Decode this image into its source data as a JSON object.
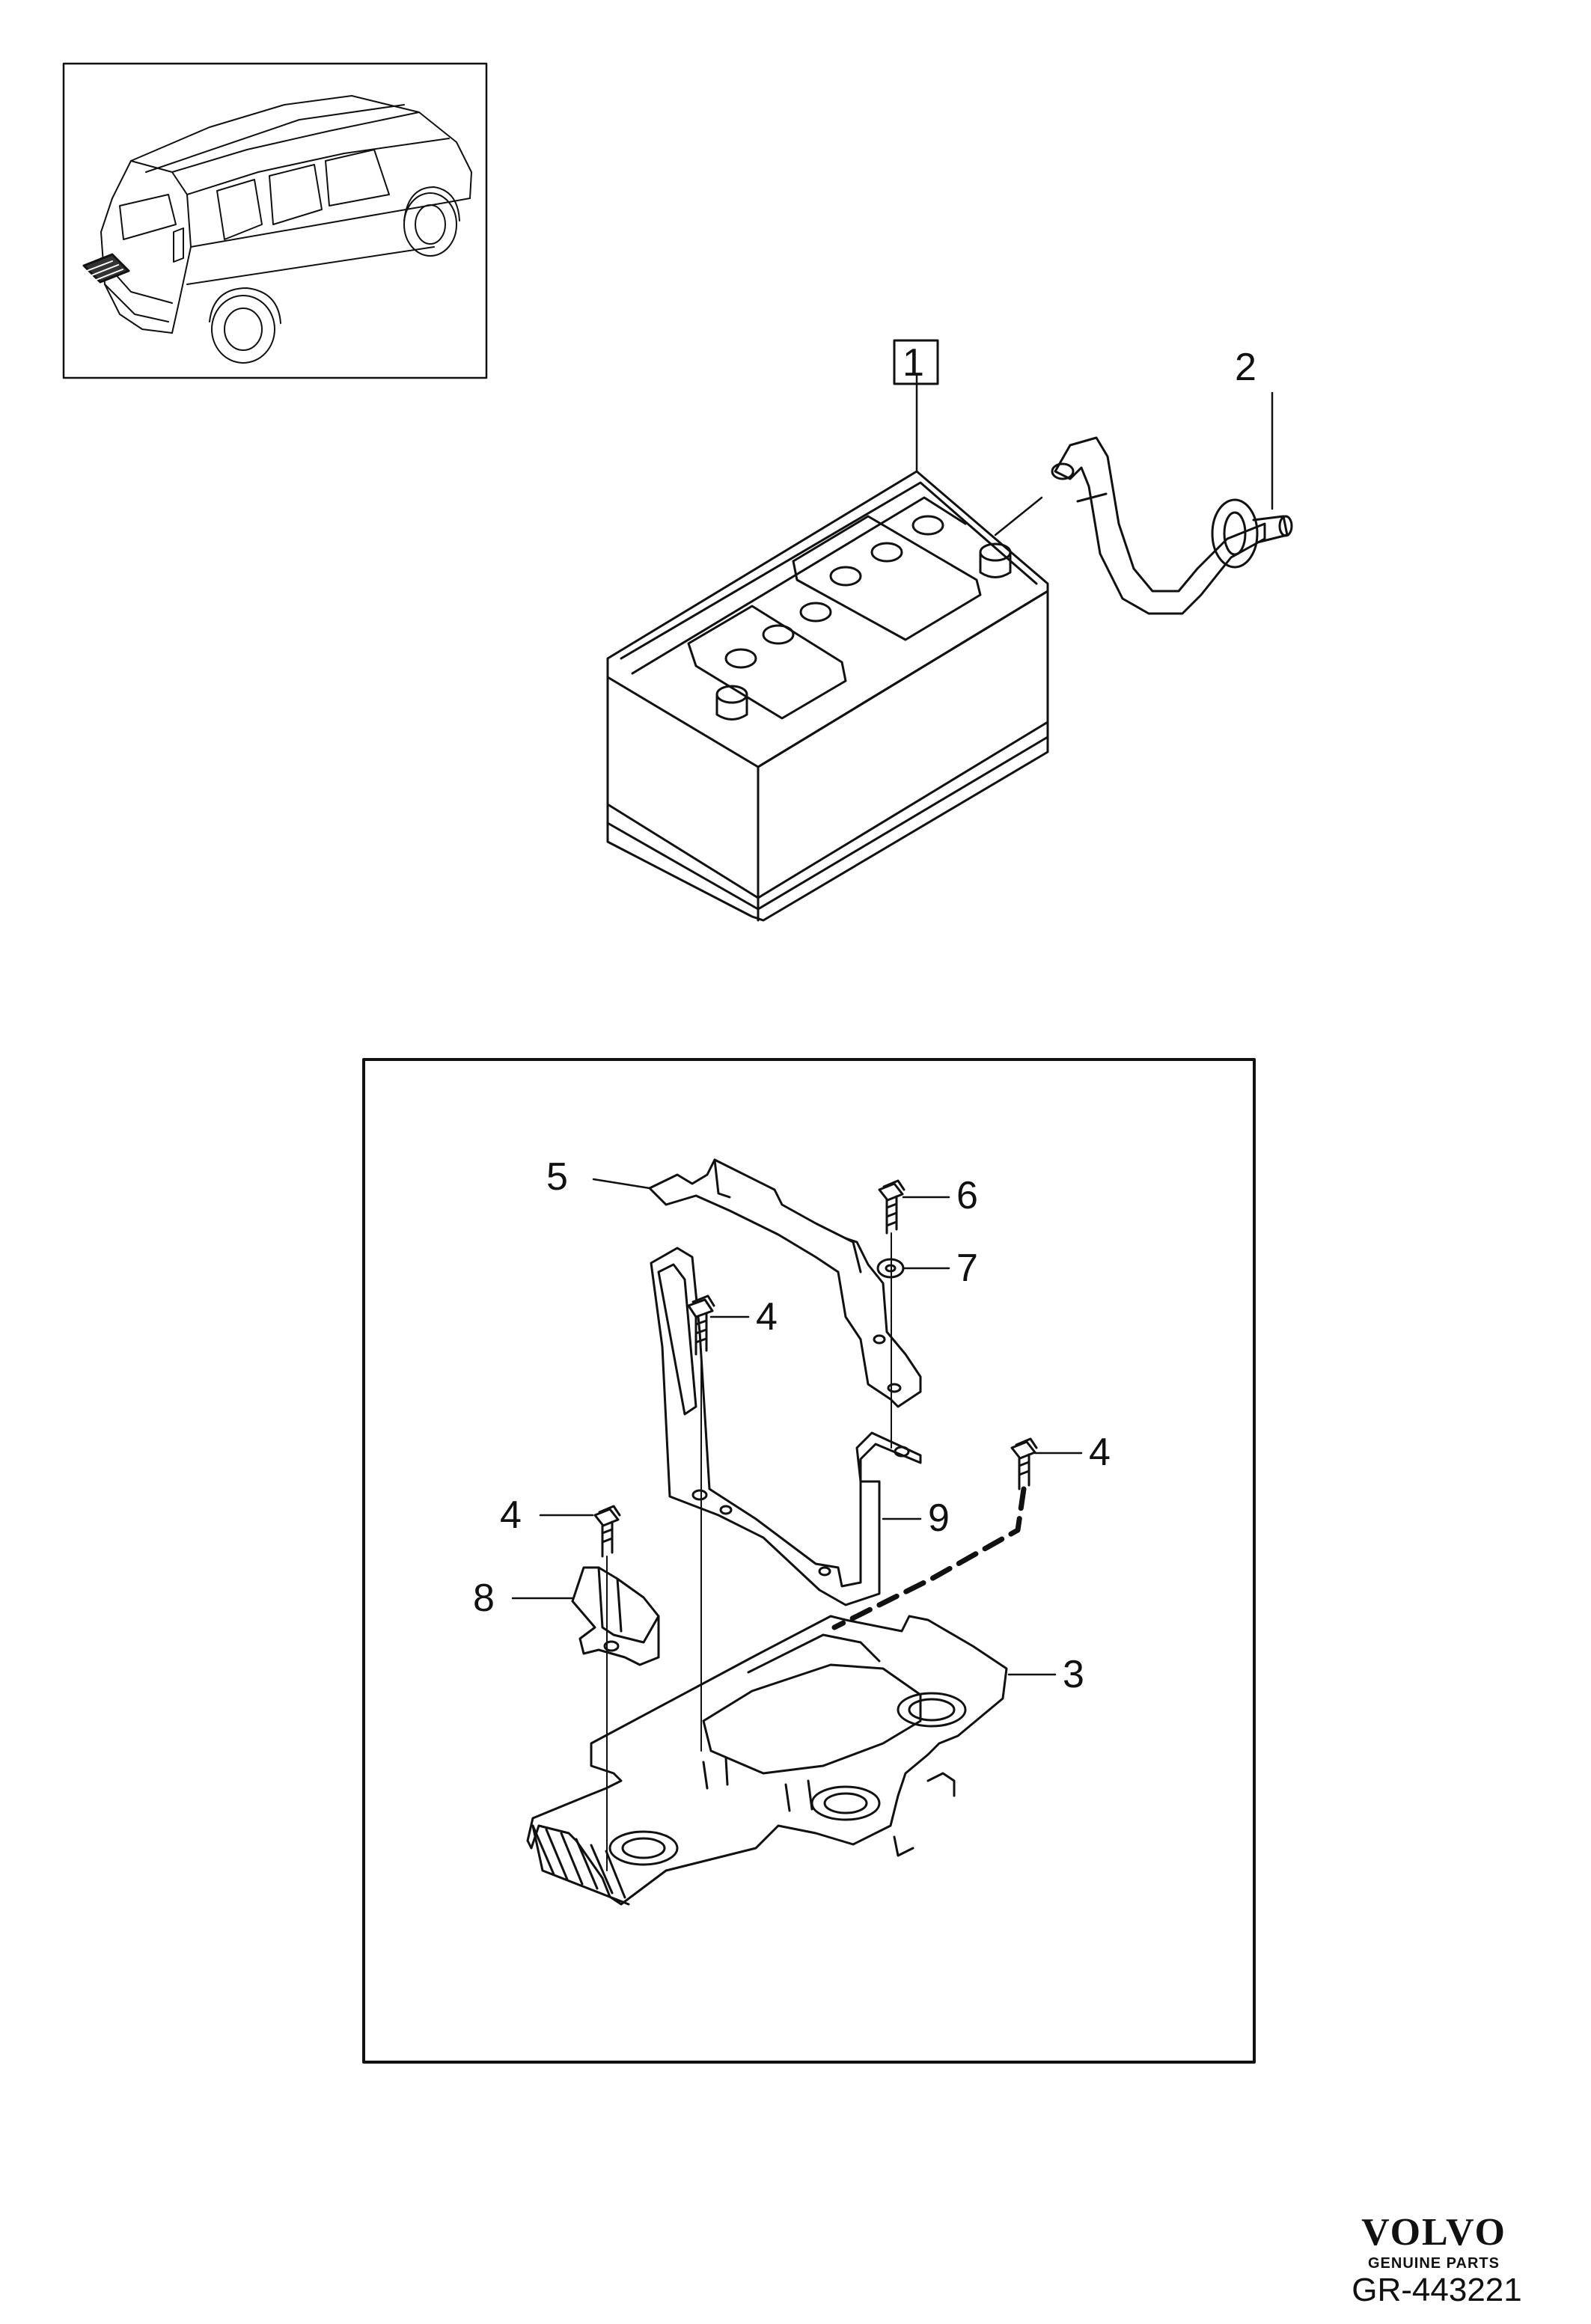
{
  "labels": {
    "1": "1",
    "2": "2",
    "3": "3",
    "4a": "4",
    "4b": "4",
    "4c": "4",
    "5": "5",
    "6": "6",
    "7": "7",
    "8": "8",
    "9": "9"
  },
  "brand": {
    "logo": "VOLVO",
    "subtitle": "GENUINE PARTS"
  },
  "drawing_code": "GR-443221"
}
